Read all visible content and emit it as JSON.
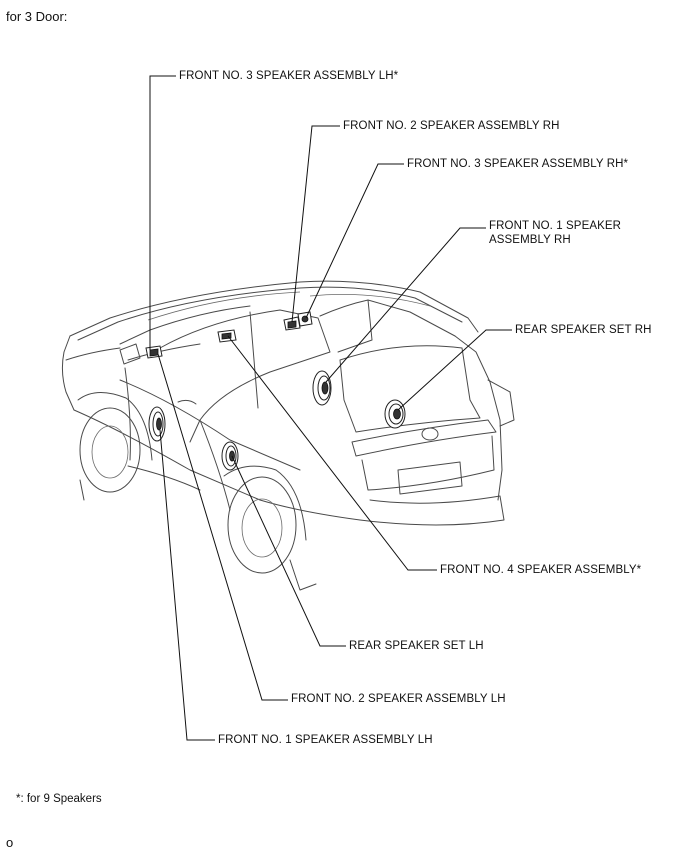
{
  "heading": "for 3 Door:",
  "labels": {
    "front3_lh": "FRONT NO. 3 SPEAKER ASSEMBLY LH*",
    "front2_rh": "FRONT NO. 2 SPEAKER ASSEMBLY RH",
    "front3_rh": "FRONT NO. 3 SPEAKER ASSEMBLY RH*",
    "front1_rh_line1": "FRONT NO. 1 SPEAKER",
    "front1_rh_line2": "ASSEMBLY RH",
    "rear_rh": "REAR SPEAKER SET RH",
    "front4": "FRONT NO. 4 SPEAKER ASSEMBLY*",
    "rear_lh": "REAR SPEAKER SET LH",
    "front2_lh": "FRONT NO. 2 SPEAKER ASSEMBLY LH",
    "front1_lh": "FRONT NO. 1 SPEAKER ASSEMBLY LH"
  },
  "footnote": "*: for 9 Speakers",
  "code": "o"
}
